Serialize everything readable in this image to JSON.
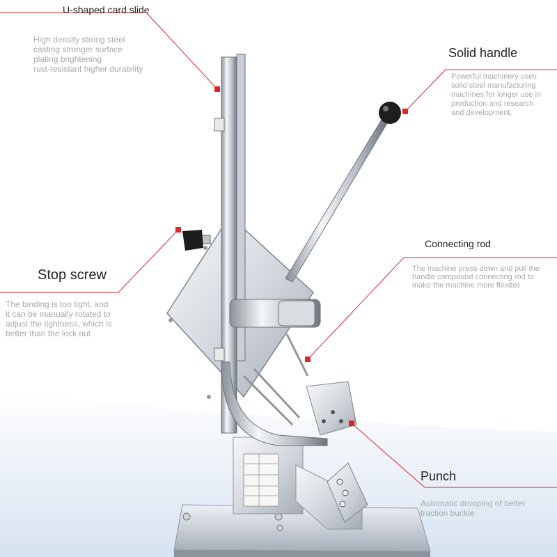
{
  "callouts": {
    "u_slide": {
      "title": "U-shaped card slide",
      "description": "High density strong steel\ncasting stronger surface\nplating brightening\nrust-resistant higher durability"
    },
    "handle": {
      "title": "Solid handle",
      "description": "Powerful machinery uses\nsolid steel manufacturing\nmachines for longer use in\nproduction and research\nand development."
    },
    "rod": {
      "title": "Connecting rod",
      "description": "The machine press down and pull the\nhandle compound connecting rod to\nmake the machine more flexible"
    },
    "stop": {
      "title": "Stop screw",
      "description": "The binding is too tight, and\nit can be manually rotated to\nadjust the tightness, which is\nbetter than the lock nut"
    },
    "punch": {
      "title": "Punch",
      "description": "Automatic drooping of better\ntraction buckle"
    }
  },
  "colors": {
    "accent": "#e0242a",
    "leader": "#e0242a",
    "description_text": "#a9a9a9",
    "title_text": "#222222",
    "floor": "#dfe8f3"
  }
}
